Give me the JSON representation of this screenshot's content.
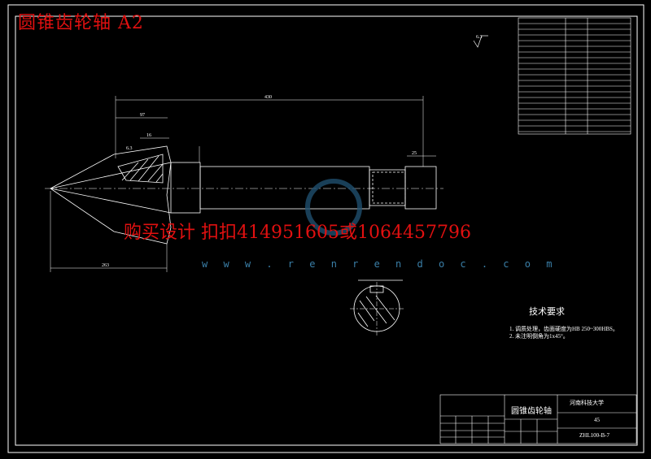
{
  "drawing": {
    "red_title": "圆锥齿轮轴 A2",
    "ad_text": "购买设计 扣扣414951605或1064457796",
    "watermark": "w w w . r e n r e n d o c . c o m",
    "roughness_mark": "6.3"
  },
  "dimensions": {
    "overall_length": "430",
    "offset_97": "97",
    "offset_16": "16",
    "end_25": "25",
    "bottom_length": "263",
    "roughness_small": "6.3"
  },
  "technical_requirements": {
    "title": "技术要求",
    "notes": [
      "1. 调质处理，齿面硬度为HB 250~300HBS。",
      "2. 未注明倒角为1x45°。"
    ]
  },
  "title_block": {
    "part_name": "圆锥齿轮轴",
    "school": "河南科技大学",
    "material": "45",
    "drawing_no": "ZHL100-B-7"
  }
}
